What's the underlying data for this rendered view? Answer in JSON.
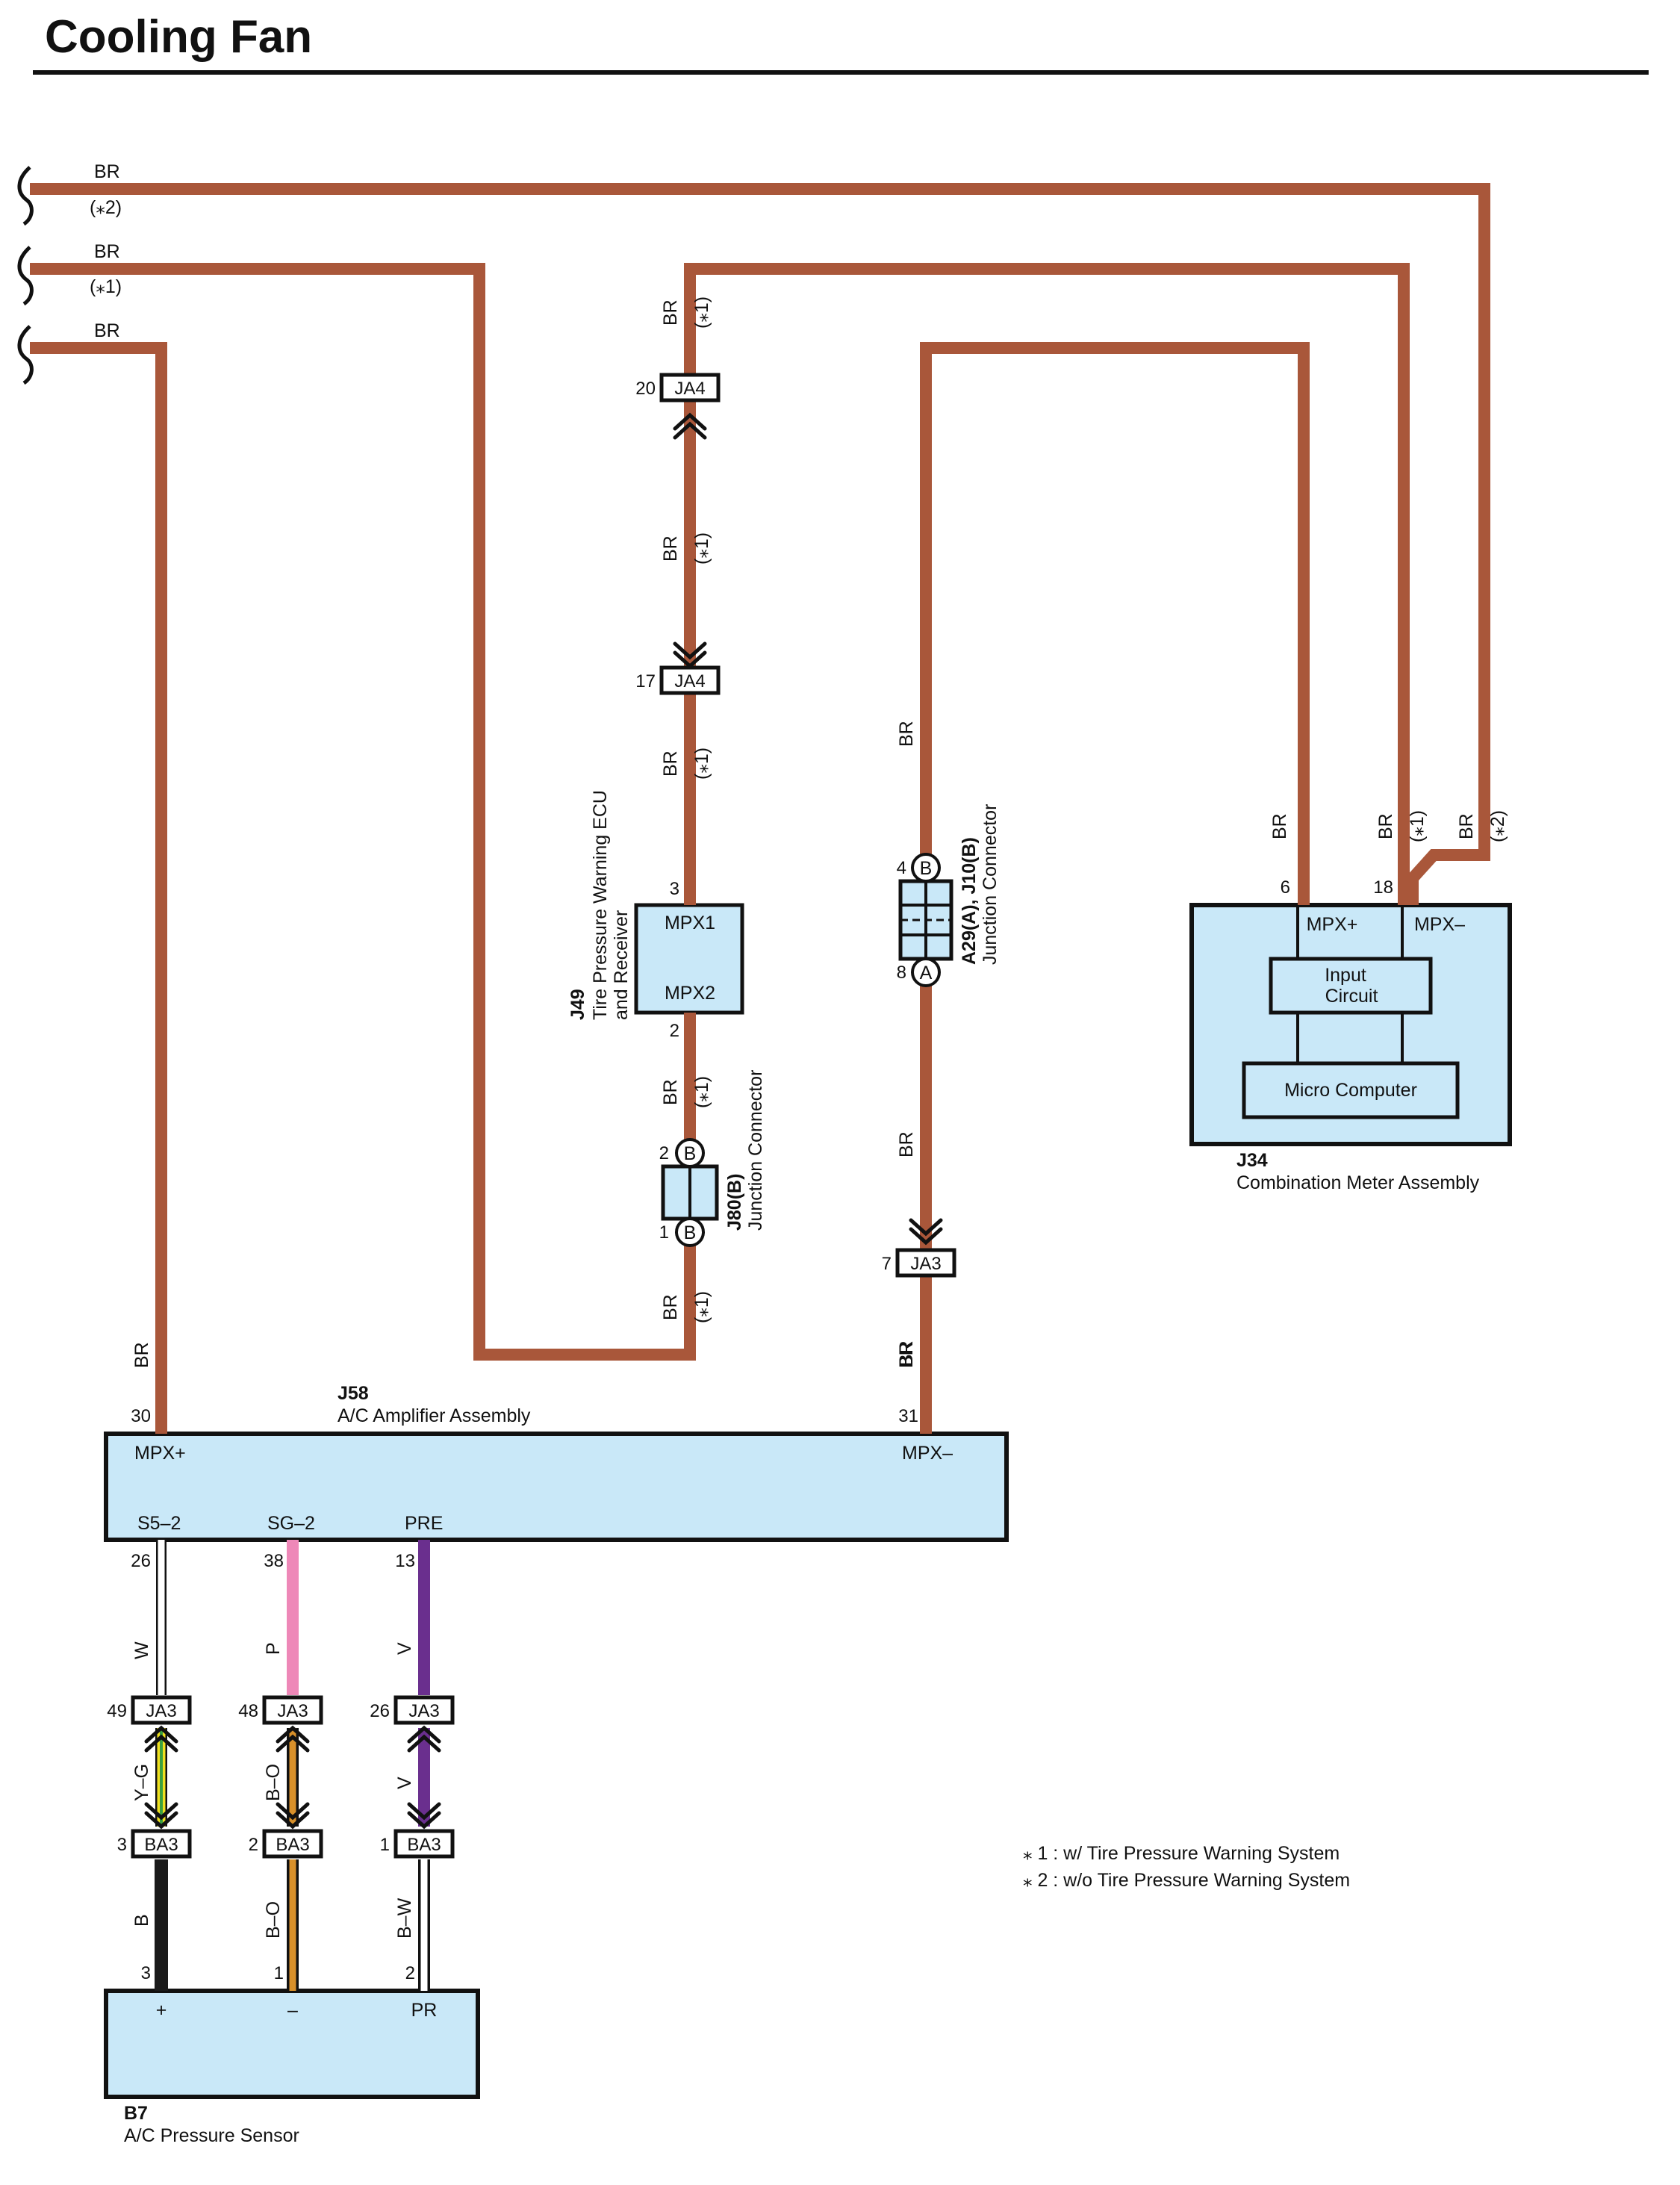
{
  "title": "Cooling Fan",
  "colors": {
    "wire_br": "#a9573a",
    "box_fill": "#c9e8f8",
    "wire_w": "#ffffff",
    "wire_p": "#ee88b8",
    "wire_v": "#6a2f8e",
    "wire_yg_yellow": "#f0e020",
    "wire_yg_green": "#3aa040",
    "wire_bo_orange": "#d8902a",
    "wire_b": "#1a1a1a"
  },
  "wire_labels": {
    "br": "BR",
    "w": "W",
    "p": "P",
    "v": "V",
    "yg": "Y–G",
    "bo": "B–O",
    "b": "B",
    "bw": "B–W"
  },
  "notes": {
    "n1": "(⁎1)",
    "n2": "(⁎2)"
  },
  "components": {
    "j58": {
      "id": "J58",
      "name": "A/C Amplifier Assembly",
      "t_mpx_plus": "MPX+",
      "t_mpx_minus": "MPX–",
      "t_s5": "S5–2",
      "t_sg": "SG–2",
      "t_pre": "PRE",
      "p30": "30",
      "p31": "31",
      "p26": "26",
      "p38": "38",
      "p13": "13"
    },
    "j49": {
      "id": "J49",
      "name_line1": "Tire Pressure Warning ECU",
      "name_line2": "and Receiver",
      "t1": "MPX1",
      "t2": "MPX2",
      "p3": "3",
      "p2": "2"
    },
    "j34": {
      "id": "J34",
      "name": "Combination Meter Assembly",
      "t_plus": "MPX+",
      "t_minus": "MPX–",
      "input_line1": "Input",
      "input_line2": "Circuit",
      "micro": "Micro Computer",
      "p6": "6",
      "p18": "18"
    },
    "j80": {
      "id": "J80(B)",
      "name": "Junction Connector",
      "letter": "B",
      "p2": "2",
      "p1": "1"
    },
    "a29": {
      "id": "A29(A), J10(B)",
      "name": "Junction Connector",
      "letter_top": "B",
      "letter_bot": "A",
      "p4": "4",
      "p8": "8"
    },
    "b7": {
      "id": "B7",
      "name": "A/C Pressure Sensor",
      "t_plus": "+",
      "t_minus": "–",
      "t_pr": "PR",
      "p3": "3",
      "p1": "1",
      "p2": "2"
    }
  },
  "connectors": {
    "ja4": "JA4",
    "ja3": "JA3",
    "ba3": "BA3",
    "ja4_p20": "20",
    "ja4_p17": "17",
    "ja3_p7": "7",
    "ja3_p49": "49",
    "ja3_p48": "48",
    "ja3_p26": "26",
    "ba3_p3": "3",
    "ba3_p2": "2",
    "ba3_p1": "1"
  },
  "legend": {
    "line1": "⁎ 1 : w/ Tire Pressure Warning System",
    "line2": "⁎ 2 : w/o Tire Pressure Warning System"
  }
}
